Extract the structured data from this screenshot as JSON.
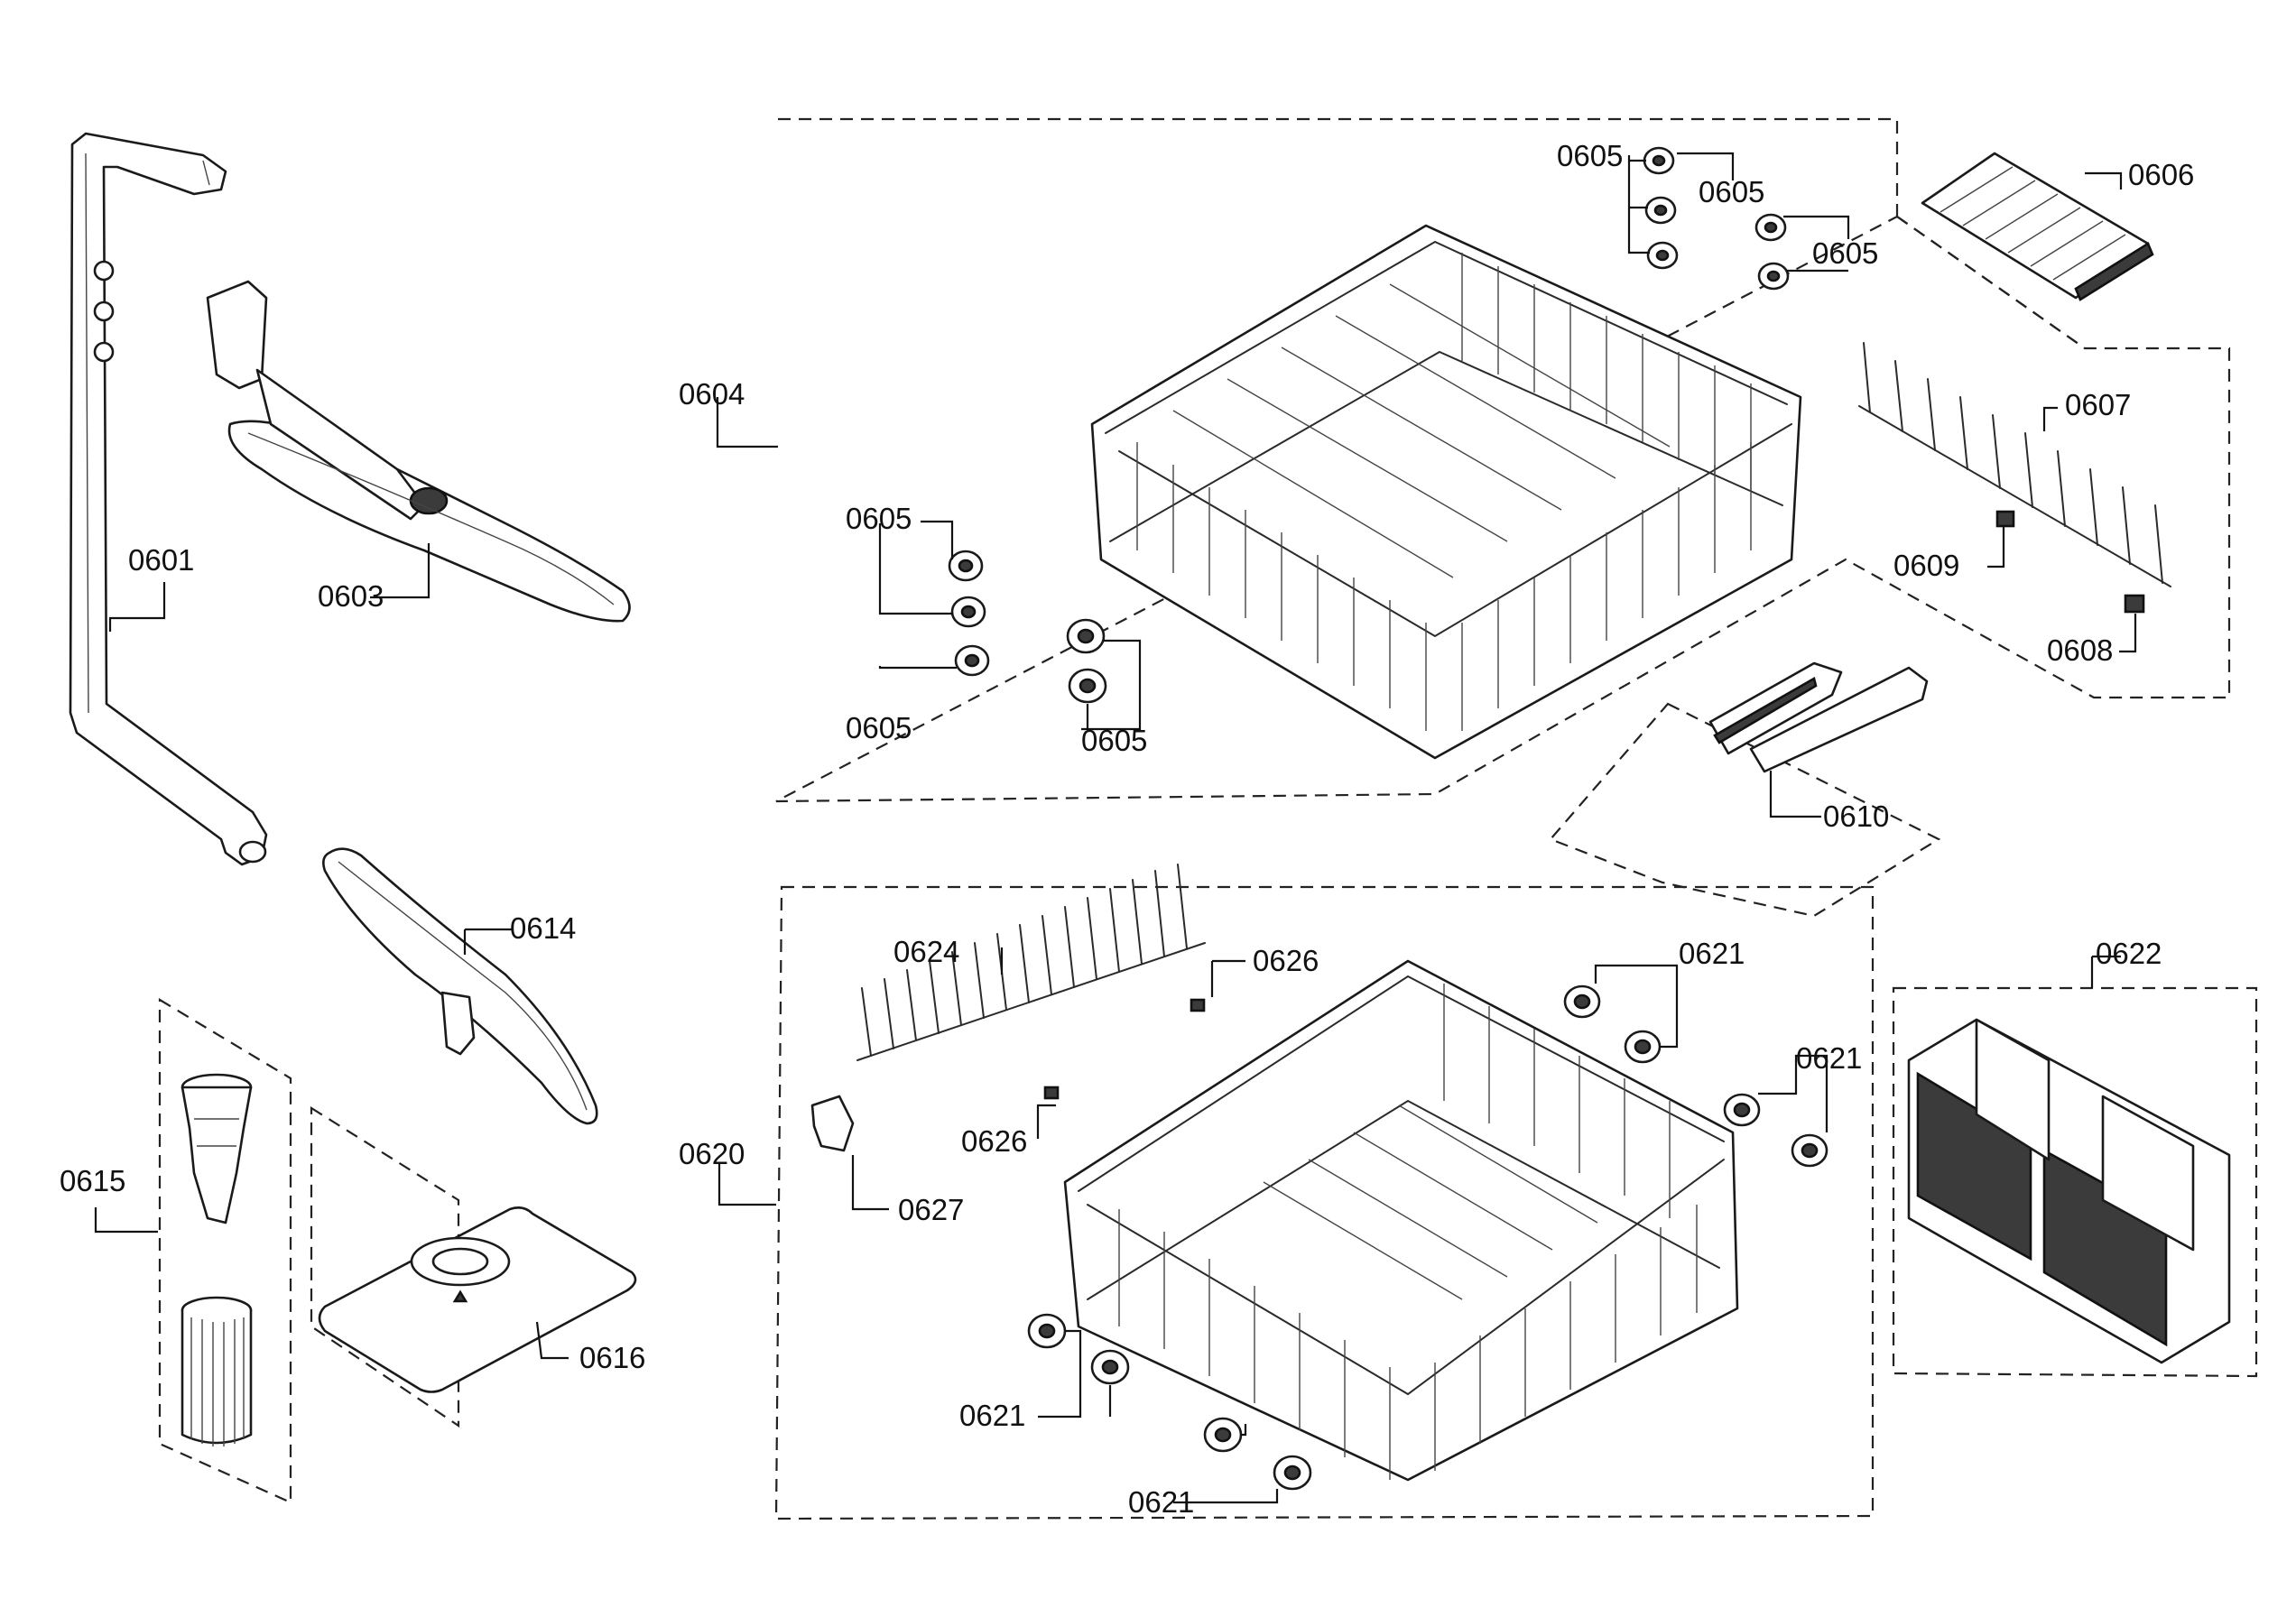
{
  "diagram": {
    "callouts": {
      "c0601": "0601",
      "c0603": "0603",
      "c0604": "0604",
      "c0605_a": "0605",
      "c0605_b": "0605",
      "c0605_c": "0605",
      "c0605_d": "0605",
      "c0605_e": "0605",
      "c0605_f": "0605",
      "c0606": "0606",
      "c0607": "0607",
      "c0608": "0608",
      "c0609": "0609",
      "c0610": "0610",
      "c0614": "0614",
      "c0615": "0615",
      "c0616": "0616",
      "c0620": "0620",
      "c0621_a": "0621",
      "c0621_b": "0621",
      "c0621_c": "0621",
      "c0621_d": "0621",
      "c0622": "0622",
      "c0624": "0624",
      "c0626_a": "0626",
      "c0626_b": "0626",
      "c0627": "0627"
    }
  }
}
